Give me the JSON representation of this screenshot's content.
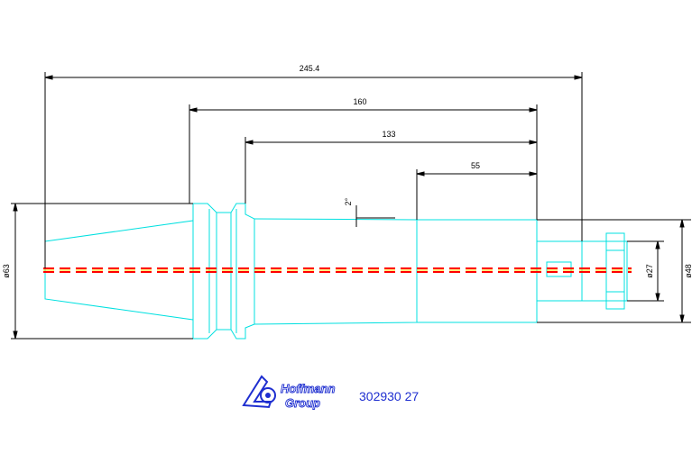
{
  "dimensions": {
    "overall": "245.4",
    "shank": "160",
    "body": "133",
    "neck": "55",
    "taper_dia": "ø63",
    "collet_dia": "ø27",
    "nose_dia": "ø48",
    "taper_angle": "2°"
  },
  "logo": {
    "text_line1": "Hoffmann",
    "text_line2": "Group"
  },
  "part_number": "302930 27",
  "colors": {
    "outline": "#00e0e0",
    "centerline_red": "#ff0000",
    "centerline_yellow": "#ffe000",
    "dimension": "#000000",
    "brand": "#1f2fd0"
  }
}
